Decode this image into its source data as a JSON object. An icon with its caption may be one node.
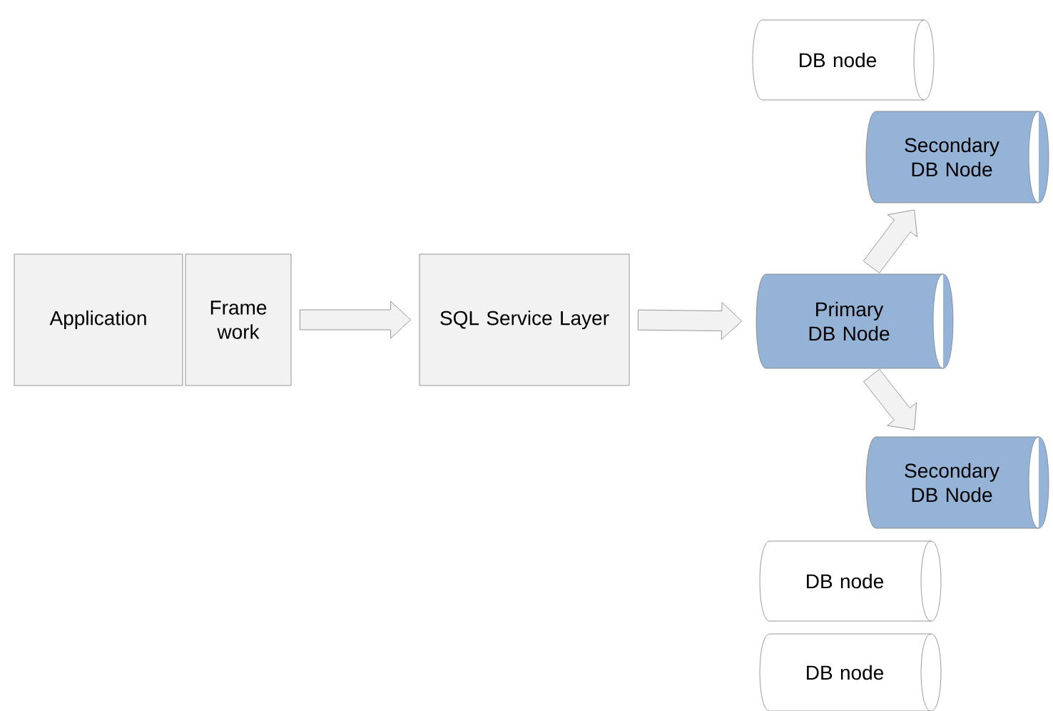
{
  "diagram": {
    "nodes": [
      {
        "text": [
          "Application"
        ]
      },
      {
        "text": [
          "Frame work"
        ]
      },
      {
        "text": [
          "SQL Service Layer"
        ]
      },
      {
        "text": [
          "DB node"
        ]
      },
      {
        "text": [
          "Secondary DB Node"
        ]
      },
      {
        "text": [
          "Primary DB Node"
        ]
      },
      {
        "text": [
          "Secondary DB Node"
        ]
      },
      {
        "text": [
          "DB node"
        ]
      },
      {
        "text": [
          "DB node"
        ]
      }
    ],
    "edges": [
      {
        "from": 1,
        "to": 2,
        "arrow": "to"
      },
      {
        "from": 2,
        "to": 5,
        "arrow": "to"
      },
      {
        "from": 5,
        "to": 4,
        "arrow": "to"
      },
      {
        "from": 5,
        "to": 6,
        "arrow": "to"
      }
    ]
  }
}
